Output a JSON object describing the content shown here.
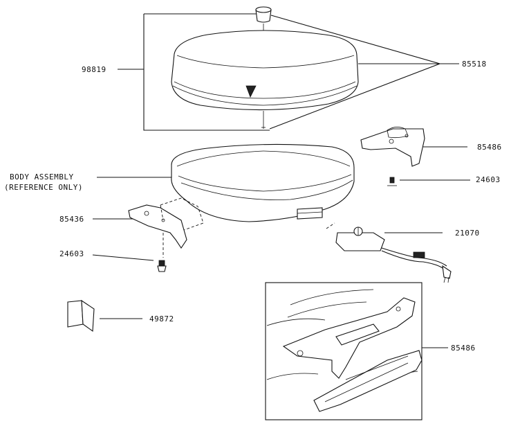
{
  "parts": {
    "cover": "98819",
    "cover_handle": "85518",
    "handle_right": "85486",
    "screw_right": "24603",
    "body_assembly_line1": "BODY ASSEMBLY",
    "body_assembly_line2": "(REFERENCE ONLY)",
    "handle_left": "85436",
    "control": "21070",
    "screw_left": "24603",
    "manual": "49872",
    "detail_handle": "85486"
  }
}
